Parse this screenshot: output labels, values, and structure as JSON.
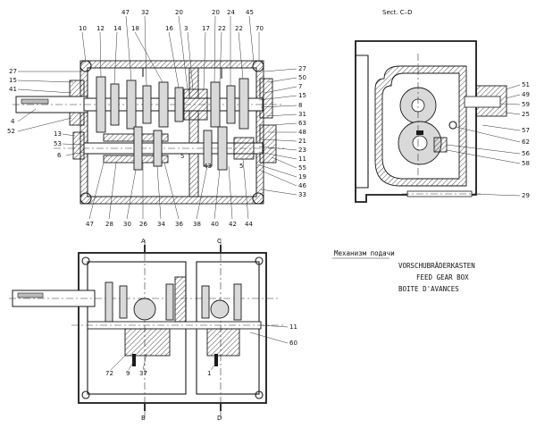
{
  "section_label": "Sect. C–D",
  "section_marks": {
    "a": "A",
    "b": "B",
    "c": "C",
    "d": "D"
  },
  "titles": {
    "russian": "Механизм подачи",
    "german": "VORSCHUBRÄDERKASTEN",
    "english": "FEED GEAR BOX",
    "french": "BOITE D'AVANCES"
  },
  "top_labels": [
    "10",
    "12",
    "14",
    "47",
    "32",
    "18",
    "16",
    "20",
    "3",
    "17",
    "20",
    "24",
    "22",
    "22",
    "45",
    "70"
  ],
  "left_labels": [
    "27",
    "15",
    "41",
    "4",
    "52",
    "13",
    "53",
    "6"
  ],
  "right_labels": [
    "27",
    "50",
    "7",
    "15",
    "8",
    "31",
    "63",
    "48",
    "21",
    "23",
    "11",
    "55",
    "19",
    "46",
    "33"
  ],
  "bottom_labels": [
    "47",
    "28",
    "30",
    "26",
    "34",
    "36",
    "38",
    "40",
    "42",
    "44"
  ],
  "inner_labels": [
    "5",
    "5",
    "43"
  ],
  "section_right_labels": [
    "51",
    "49",
    "59",
    "25",
    "57",
    "62",
    "56",
    "58",
    "29"
  ],
  "plan_labels": [
    "11",
    "60",
    "72",
    "9",
    "37",
    "1"
  ]
}
